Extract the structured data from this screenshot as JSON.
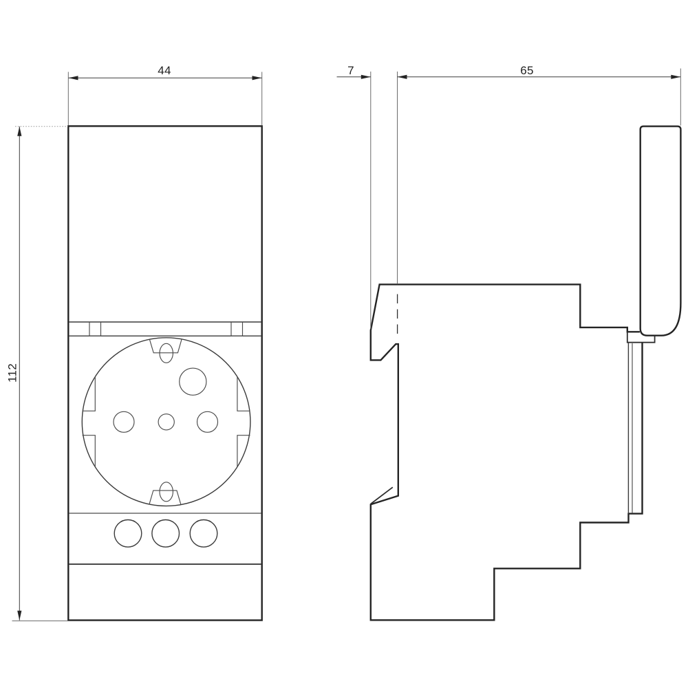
{
  "front_view": {
    "width_dimension_label": "44",
    "height_dimension_label": "112"
  },
  "side_view": {
    "rail_offset_dimension_label": "7",
    "depth_dimension_label": "65"
  },
  "colors": {
    "line_dark": "#242424",
    "line_medium": "#3a3a3a",
    "line_light": "#6a6a6a",
    "background": "#ffffff"
  }
}
